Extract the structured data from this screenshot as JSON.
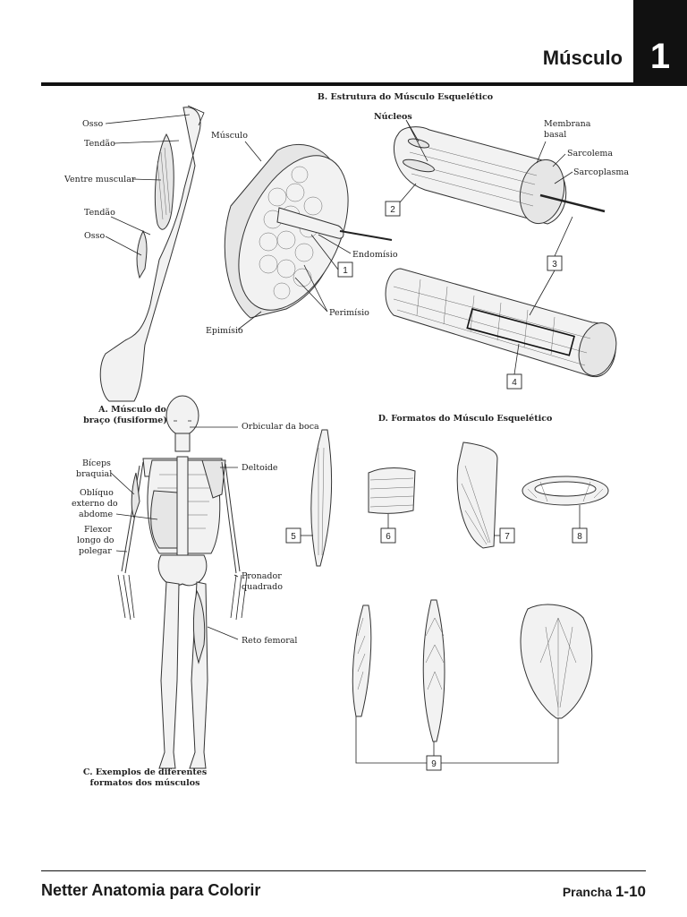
{
  "header": {
    "title": "Músculo",
    "chapter": "1"
  },
  "footer": {
    "book": "Netter Anatomia para Colorir",
    "plate_label": "Prancha",
    "plate_number": "1-10"
  },
  "section_a": {
    "caption_line1": "A. Músculo do",
    "caption_line2": "braço (fusiforme)",
    "labels": {
      "osso_top": "Osso",
      "tendao_top": "Tendão",
      "ventre": "Ventre muscular",
      "tendao_bottom": "Tendão",
      "osso_bottom": "Osso"
    }
  },
  "section_b": {
    "title": "B. Estrutura do Músculo Esquelético",
    "labels": {
      "musculo": "Músculo",
      "nucleos": "Núcleos",
      "membrana_line1": "Membrana",
      "membrana_line2": "basal",
      "sarcolema": "Sarcolema",
      "sarcoplasma": "Sarcoplasma",
      "endomisio": "Endomísio",
      "perimisio": "Perimísio",
      "epimisio": "Epimísio"
    },
    "boxes": [
      "1",
      "2",
      "3",
      "4"
    ]
  },
  "section_c": {
    "caption_line1": "C. Exemplos de diferentes",
    "caption_line2": "formatos dos músculos",
    "labels": {
      "orbicular": "Orbicular da boca",
      "deltoide": "Deltoide",
      "biceps_line1": "Bíceps",
      "biceps_line2": "braquial",
      "obliquo_line1": "Oblíquo",
      "obliquo_line2": "externo do",
      "obliquo_line3": "abdome",
      "flexor_line1": "Flexor",
      "flexor_line2": "longo do",
      "flexor_line3": "polegar",
      "pronador_line1": "Pronador",
      "pronador_line2": "quadrado",
      "reto": "Reto femoral"
    }
  },
  "section_d": {
    "title": "D. Formatos do Músculo Esquelético",
    "boxes": [
      "5",
      "6",
      "7",
      "8",
      "9"
    ]
  }
}
